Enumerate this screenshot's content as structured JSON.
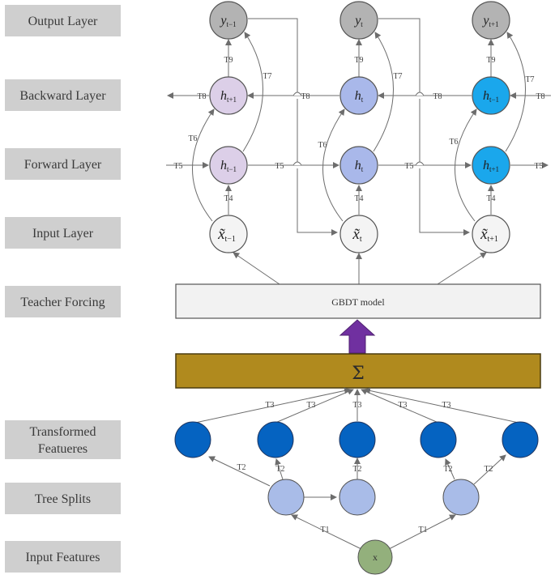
{
  "layers": [
    {
      "id": "output",
      "label": "Output Layer"
    },
    {
      "id": "backward",
      "label": "Backward Layer"
    },
    {
      "id": "forward",
      "label": "Forward Layer"
    },
    {
      "id": "input",
      "label": "Input Layer"
    },
    {
      "id": "teacher",
      "label": "Teacher Forcing"
    },
    {
      "id": "transformed",
      "label_lines": [
        "Transformed",
        "Featueres"
      ]
    },
    {
      "id": "splits",
      "label": "Tree Splits"
    },
    {
      "id": "features",
      "label": "Input Features"
    }
  ],
  "gbdt_box": {
    "label": "GBDT model"
  },
  "sum_box": {
    "label": "Σ"
  },
  "input_node": {
    "label": "x"
  },
  "rnn_columns": [
    {
      "output": {
        "base": "y",
        "sub": "t−1"
      },
      "backward": {
        "base": "h",
        "sub": "t+1"
      },
      "forward": {
        "base": "h",
        "sub": "t−1"
      },
      "input": {
        "base": "x̃",
        "sub": "t−1"
      }
    },
    {
      "output": {
        "base": "y",
        "sub": "t"
      },
      "backward": {
        "base": "h",
        "sub": "t"
      },
      "forward": {
        "base": "h",
        "sub": "t"
      },
      "input": {
        "base": "x̃",
        "sub": "t"
      }
    },
    {
      "output": {
        "base": "y",
        "sub": "t+1"
      },
      "backward": {
        "base": "h",
        "sub": "t−1"
      },
      "forward": {
        "base": "h",
        "sub": "t+1"
      },
      "input": {
        "base": "x̃",
        "sub": "t+1"
      }
    }
  ],
  "edge_labels": {
    "t1": "T1",
    "t2": "T2",
    "t3": "T3",
    "t4": "T4",
    "t5": "T5",
    "t6": "T6",
    "t7": "T7",
    "t8": "T8",
    "t9": "T9"
  },
  "colors": {
    "label_box": "#cfcfcf",
    "output_node": "#b3b3b3",
    "input_layer_node": "#f4f4f4",
    "hidden_col1": "#dccfe8",
    "hidden_col2": "#a9b8ea",
    "hidden_col3": "#1aa7ec",
    "transformed_node": "#0563c1",
    "split_node": "#a9bce8",
    "feature_node": "#93b07c",
    "sum_box": "#b08a1e",
    "arrow_up": "#7030a0",
    "line": "#6d6d6d"
  }
}
